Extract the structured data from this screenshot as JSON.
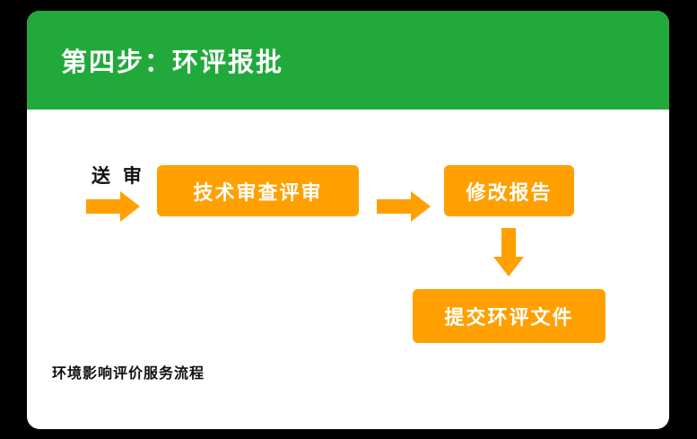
{
  "colors": {
    "background": "#000000",
    "card": "#ffffff",
    "header_green": "#21a93c",
    "accent_orange": "#ffa000",
    "text_dark": "#111111",
    "text_white": "#ffffff"
  },
  "header": {
    "title": "第四步：环评报批"
  },
  "flow": {
    "start_label": "送 审",
    "steps": [
      {
        "label": "技术审查评审"
      },
      {
        "label": "修改报告"
      },
      {
        "label": "提交环评文件"
      }
    ]
  },
  "footer": {
    "caption": "环境影响评价服务流程"
  }
}
